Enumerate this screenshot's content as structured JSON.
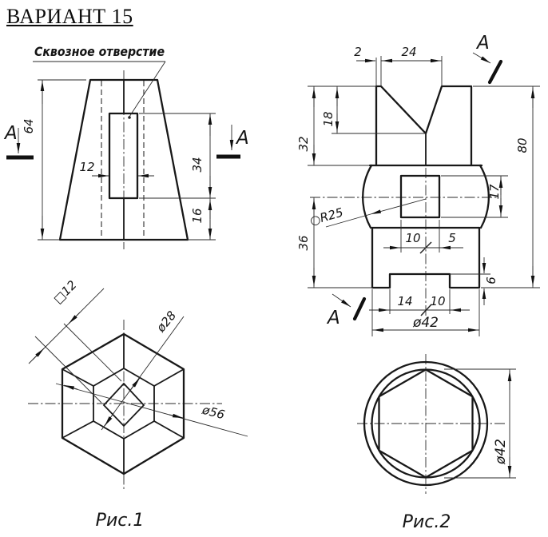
{
  "title": "ВАРИАНТ 15",
  "colors": {
    "ink": "#181818",
    "background": "#ffffff"
  },
  "fig1": {
    "caption": "Рис.1",
    "note": "Сквозное отверстие",
    "section_label": "A",
    "dims": {
      "total_height": "64",
      "hole_width": "12",
      "hole_height": "34",
      "hole_bottom_offset": "16",
      "square_hole": "□12",
      "top_face": "ø28",
      "outer_across": "ø56"
    }
  },
  "fig2": {
    "caption": "Рис.2",
    "section_label": "A",
    "dims": {
      "lip_width": "2",
      "notch_width": "24",
      "notch_depth": "18",
      "head_height": "32",
      "total_height": "80",
      "window_height": "17",
      "sphere_radius": "○R25",
      "window_left": "10",
      "window_right": "5",
      "base_height": "36",
      "groove_depth": "6",
      "groove_left": "14",
      "groove_right": "10",
      "base_diameter": "ø42",
      "view_diameter": "ø42"
    }
  }
}
